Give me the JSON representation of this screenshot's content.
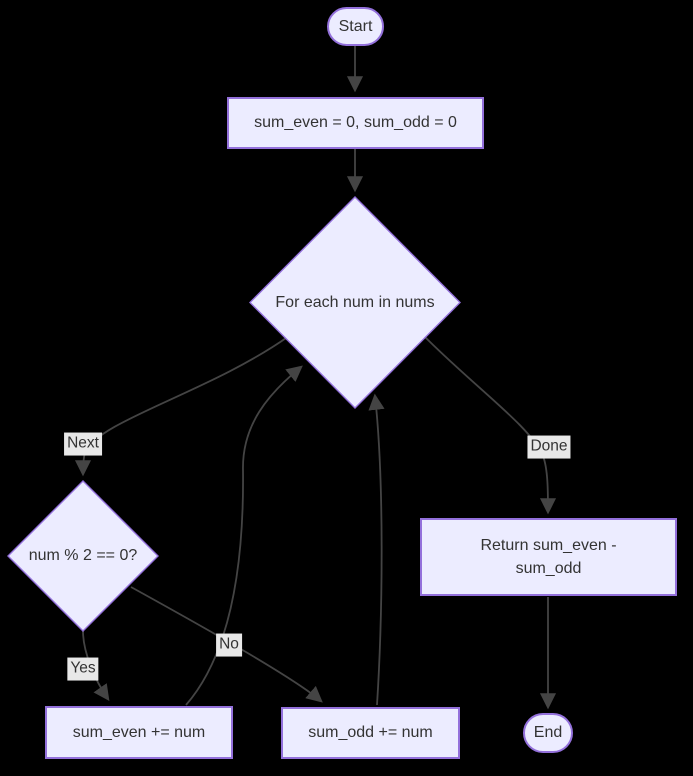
{
  "diagram": {
    "type": "flowchart",
    "background_color": "#000000",
    "node_fill_color": "#ECECFF",
    "node_border_color": "#9370DB",
    "edge_color": "#444444",
    "text_color": "#333333",
    "edge_label_bg_color": "#e8e8e8",
    "nodes": {
      "start": {
        "shape": "stadium",
        "label": "Start"
      },
      "init": {
        "shape": "rect",
        "label": "sum_even = 0, sum_odd = 0"
      },
      "loop": {
        "shape": "diamond",
        "label": "For each num in nums"
      },
      "check": {
        "shape": "diamond",
        "label": "num % 2 == 0?"
      },
      "add_even": {
        "shape": "rect",
        "label": "sum_even += num"
      },
      "add_odd": {
        "shape": "rect",
        "label": "sum_odd += num"
      },
      "return_stmt": {
        "shape": "rect",
        "lines": [
          "Return sum_even -",
          "sum_odd"
        ]
      },
      "end": {
        "shape": "stadium",
        "label": "End"
      }
    },
    "edge_labels": {
      "next": "Next",
      "yes": "Yes",
      "no": "No",
      "done": "Done"
    },
    "edges": [
      {
        "from": "start",
        "to": "init",
        "label": ""
      },
      {
        "from": "init",
        "to": "loop",
        "label": ""
      },
      {
        "from": "loop",
        "to": "check",
        "label": "Next"
      },
      {
        "from": "check",
        "to": "add_even",
        "label": "Yes"
      },
      {
        "from": "check",
        "to": "add_odd",
        "label": "No"
      },
      {
        "from": "add_even",
        "to": "loop",
        "label": ""
      },
      {
        "from": "add_odd",
        "to": "loop",
        "label": ""
      },
      {
        "from": "loop",
        "to": "return_stmt",
        "label": "Done"
      },
      {
        "from": "return_stmt",
        "to": "end",
        "label": ""
      }
    ]
  }
}
